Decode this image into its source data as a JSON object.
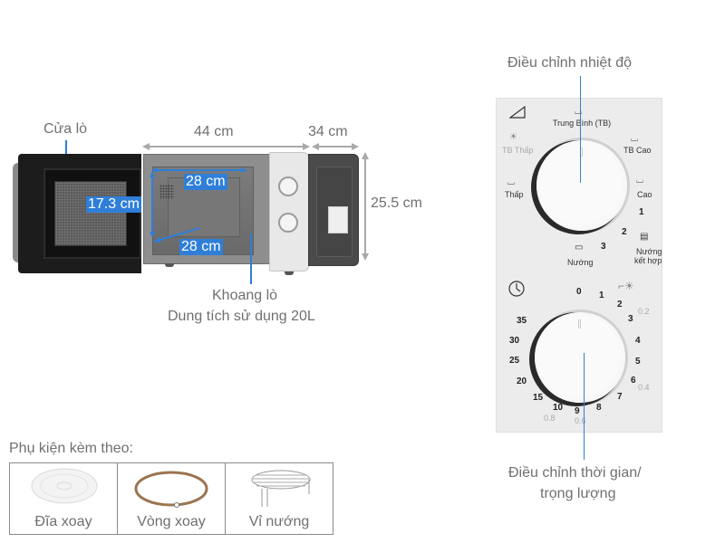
{
  "product_diagram": {
    "labels": {
      "door": "Cửa lò",
      "cavity_title": "Khoang lò",
      "cavity_capacity": "Dung tích sử dụng 20L"
    },
    "dimensions": {
      "width": "44 cm",
      "depth": "34 cm",
      "height": "25.5 cm",
      "cavity_width": "28 cm",
      "cavity_height": "17.3 cm",
      "cavity_depth": "28 cm"
    },
    "colors": {
      "accent_blue": "#2f7fd8",
      "dimension_grey": "#a9a9a9",
      "text_grey": "#707070"
    }
  },
  "control_panel": {
    "temp_caption": "Điều chỉnh nhiệt độ",
    "time_caption_line1": "Điều chỉnh thời gian/",
    "time_caption_line2": "trọng lượng",
    "power_levels": {
      "medium": "Trung Bình (TB)",
      "medium_low": "TB Thấp",
      "medium_high": "TB Cao",
      "low": "Thấp",
      "high": "Cao",
      "grill": "Nướng",
      "combo_line1": "Nướng",
      "combo_line2": "kết hợp",
      "combo_levels": [
        "1",
        "2",
        "3"
      ]
    },
    "timer_marks": [
      "0",
      "1",
      "2",
      "3",
      "4",
      "5",
      "6",
      "7",
      "8",
      "9",
      "10",
      "15",
      "20",
      "25",
      "30",
      "35"
    ],
    "weight_marks": [
      "0.2",
      "0.4",
      "0.6",
      "0.8"
    ]
  },
  "accessories": {
    "title": "Phụ kiện kèm theo:",
    "items": [
      {
        "label": "Đĩa xoay",
        "icon": "turntable-plate-icon"
      },
      {
        "label": "Vòng xoay",
        "icon": "roller-ring-icon"
      },
      {
        "label": "Vỉ nướng",
        "icon": "grill-rack-icon"
      }
    ]
  }
}
